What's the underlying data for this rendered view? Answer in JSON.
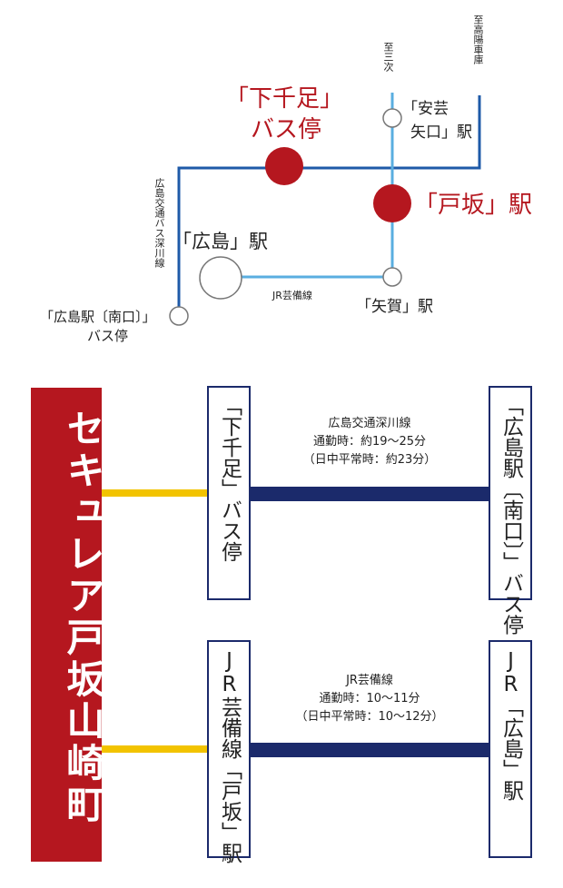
{
  "map": {
    "label_shimosenzoku_1": "「下千足」",
    "label_shimosenzoku_2": "バス停",
    "label_hesaka": "「戸坂」駅",
    "label_hiroshima": "「広島」駅",
    "label_aki_yaguchi_1": "「安芸",
    "label_aki_yaguchi_2": "矢口」駅",
    "label_yaga": "「矢賀」駅",
    "label_minamiguchi_1": "「広島駅〔南口〕」",
    "label_minamiguchi_2": "バス停",
    "label_bus_line": "広島交通バス深川線",
    "label_jr_line": "JR芸備線",
    "label_to_miyoshi": "至三次",
    "label_to_kouyou": "至高陽車庫",
    "colors": {
      "red": "#b5171f",
      "blue_line": "#1e5aa8",
      "light_blue_line": "#5aaee0"
    }
  },
  "property": {
    "name": "セキュレア戸坂山崎町"
  },
  "routes": [
    {
      "origin": "「下千足」バス停",
      "line": "広島交通深川線",
      "commute": "通勤時：約19〜25分",
      "offpeak": "（日中平常時：約23分）",
      "destination": "「広島駅〔南口〕」バス停"
    },
    {
      "origin": "JR芸備線「戸坂」駅",
      "line": "JR芸備線",
      "commute": "通勤時：10〜11分",
      "offpeak": "（日中平常時：10〜12分）",
      "destination": "JR「広島」駅"
    }
  ],
  "colors": {
    "property_red": "#b5171f",
    "connector_yellow": "#f2c300",
    "route_navy": "#1b2a6b"
  }
}
